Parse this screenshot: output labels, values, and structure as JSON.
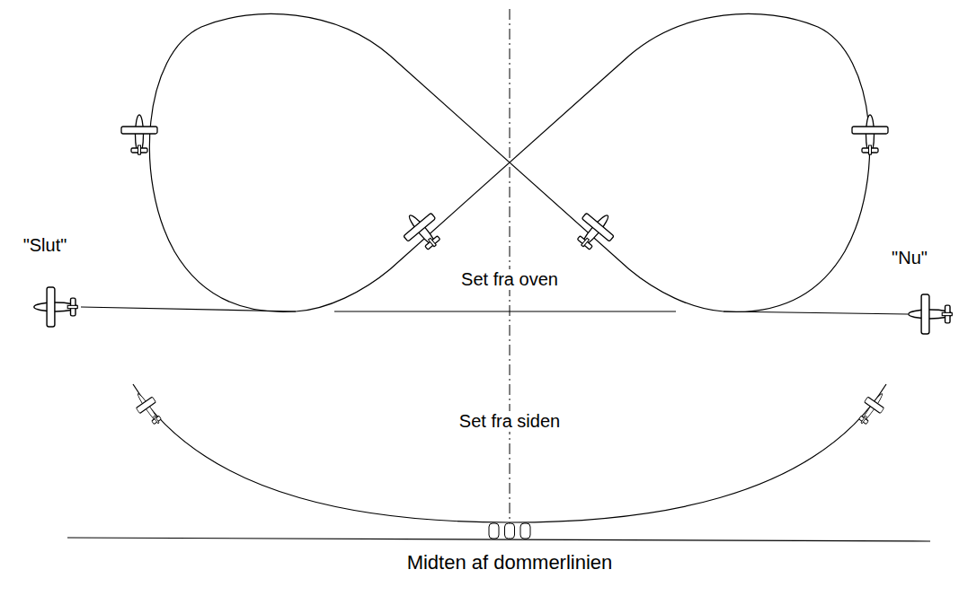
{
  "diagram": {
    "labels": [
      "\"Slut\"",
      "\"Nu\"",
      "Set fra oven",
      "Set fra siden",
      "Midten af dommerlinien"
    ]
  }
}
